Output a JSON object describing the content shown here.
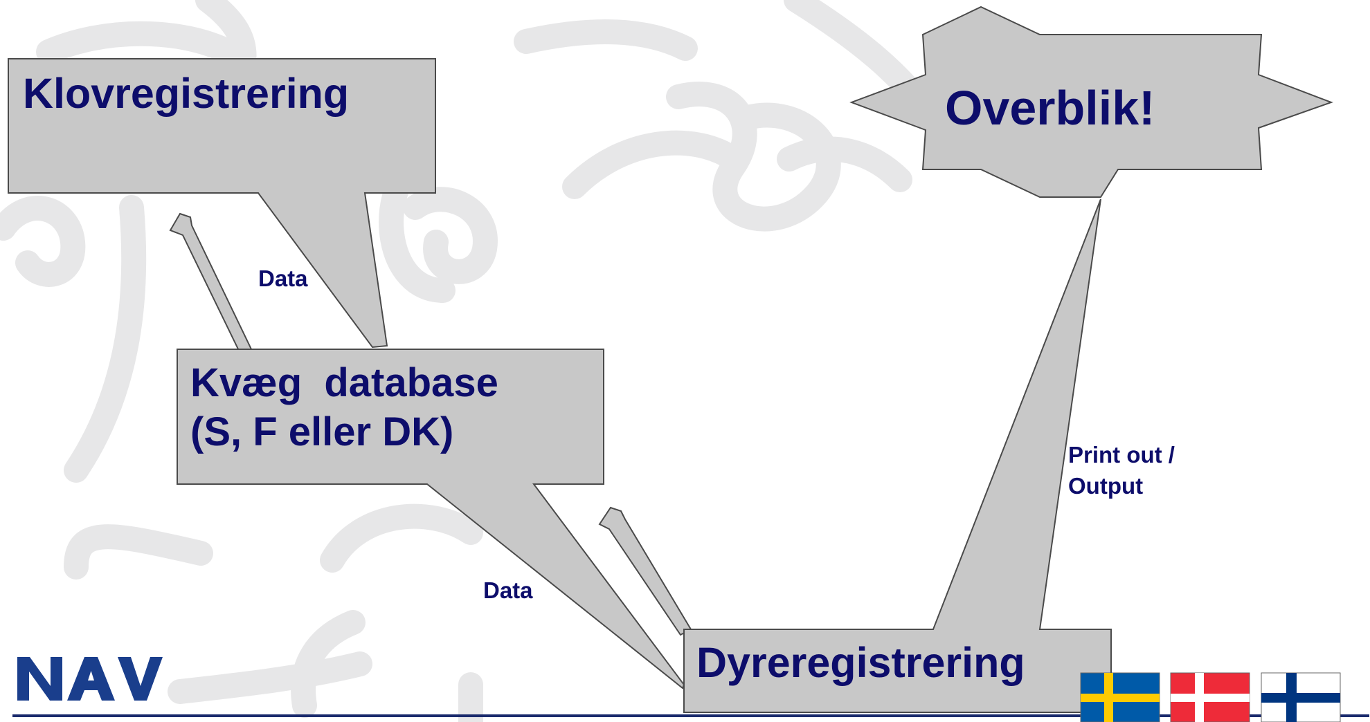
{
  "colors": {
    "box_fill": "#c8c8c8",
    "box_stroke": "#4a4a4a",
    "text": "#0d0d6b",
    "watermark": "#e7e7e8",
    "logo": "#1a3e8c",
    "baseline": "#1a2a6c",
    "flag_sweden_blue": "#005aa8",
    "flag_sweden_yellow": "#fecb00",
    "flag_denmark_red": "#ee2b39",
    "flag_finland_blue": "#003580"
  },
  "boxes": {
    "klov": {
      "label": "Klovregistrering"
    },
    "kvaeg": {
      "line1": "Kvæg  database",
      "line2": "(S, F eller DK)"
    },
    "dyre": {
      "label": "Dyreregistrering"
    },
    "overblik": {
      "label": "Overblik!"
    }
  },
  "labels": {
    "data_top": "Data",
    "data_bottom": "Data",
    "print_line1": "Print out /",
    "print_line2": "Output"
  },
  "logo": {
    "text": "NAV"
  },
  "flags": [
    {
      "name": "sweden",
      "icon": "flag-sweden-icon"
    },
    {
      "name": "denmark",
      "icon": "flag-denmark-icon"
    },
    {
      "name": "finland",
      "icon": "flag-finland-icon"
    }
  ]
}
